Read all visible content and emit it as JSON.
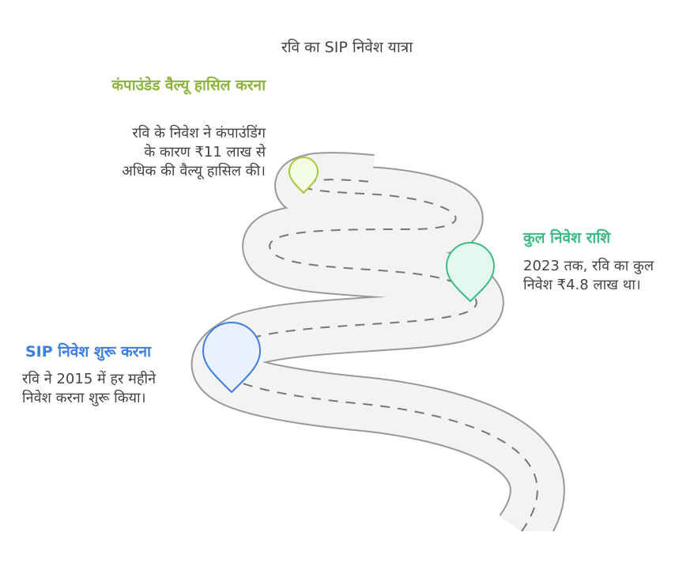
{
  "title": "रवि का SIP निवेश यात्रा",
  "steps": [
    {
      "heading": "कंपाउंडेड वैल्यू हासिल करना",
      "text": "रवि के निवेश ने कंपाउंडिंग के कारण ₹11 लाख से अधिक की वैल्यू हासिल की।",
      "color": "#8db33a"
    },
    {
      "heading": "कुल निवेश राशि",
      "text": "2023 तक, रवि का कुल निवेश ₹4.8 लाख था।",
      "color": "#3dbb83"
    },
    {
      "heading": "SIP निवेश शुरू करना",
      "text": "रवि ने 2015 में हर महीने निवेश करना शुरू किया।",
      "color": "#3d7fe0"
    }
  ]
}
